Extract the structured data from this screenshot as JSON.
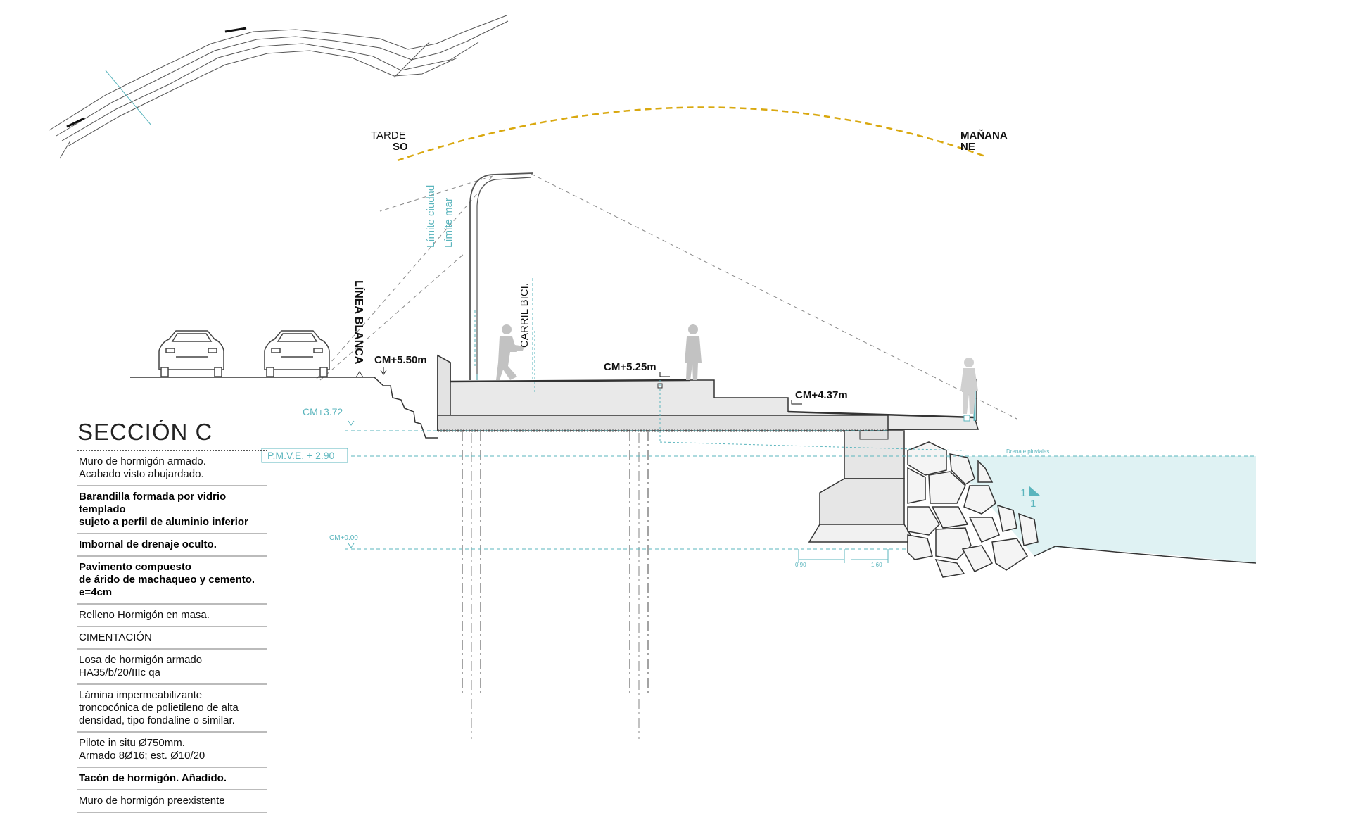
{
  "colors": {
    "teal": "#5ab5bd",
    "water": "#dff2f3",
    "sun": "#d9a80f",
    "line": "#333333",
    "concrete": "#e9e9e9",
    "figure": "#c2c2c2"
  },
  "sun": {
    "left_label": "TARDE",
    "left_bold": "SO",
    "right_label": "MAÑANA",
    "right_bold": "NE"
  },
  "vertical_labels": {
    "linea_blanca": "LÍNEA BLANCA",
    "carril_bici": "CARRIL BICI.",
    "limite_ciudad": "Límite ciudad",
    "limite_mar": "Límite mar"
  },
  "levels": {
    "cm550": "CM+5.50m",
    "cm525": "CM+5.25m",
    "cm437": "CM+4.37m",
    "cm372": "CM+3.72",
    "pmve": "P.M.V.E. + 2.90",
    "cm000": "CM+0.00",
    "drenaje": "Drenaje pluviales",
    "slope_v": "1",
    "slope_h": "1",
    "dim_a": "0,90",
    "dim_b": "1,60"
  },
  "legend": {
    "title": "SECCIÓN C",
    "items": [
      {
        "text": "Muro de hormigón armado.\nAcabado visto abujardado.",
        "bold": false
      },
      {
        "text": "Barandilla formada por vidrio templado\nsujeto a perfil de aluminio inferior",
        "bold": true
      },
      {
        "text": "Imbornal de drenaje oculto.",
        "bold": true
      },
      {
        "text": "Pavimento compuesto\nde árido de machaqueo y cemento.\ne=4cm",
        "bold": true
      },
      {
        "text": "Relleno Hormigón en masa.",
        "bold": false
      },
      {
        "text": "CIMENTACIÓN",
        "bold": false
      },
      {
        "text": "Losa de hormigón armado HA35/b/20/IIIc qa",
        "bold": false
      },
      {
        "text": "Lámina impermeabilizante\ntroncocónica de polietileno de alta\ndensidad, tipo fondaline o similar.",
        "bold": false
      },
      {
        "text": "Pilote in situ Ø750mm.\nArmado 8Ø16; est. Ø10/20",
        "bold": false
      },
      {
        "text": "Tacón de hormigón. Añadido.",
        "bold": true
      },
      {
        "text": "Muro de hormigón preexistente",
        "bold": false
      }
    ]
  }
}
